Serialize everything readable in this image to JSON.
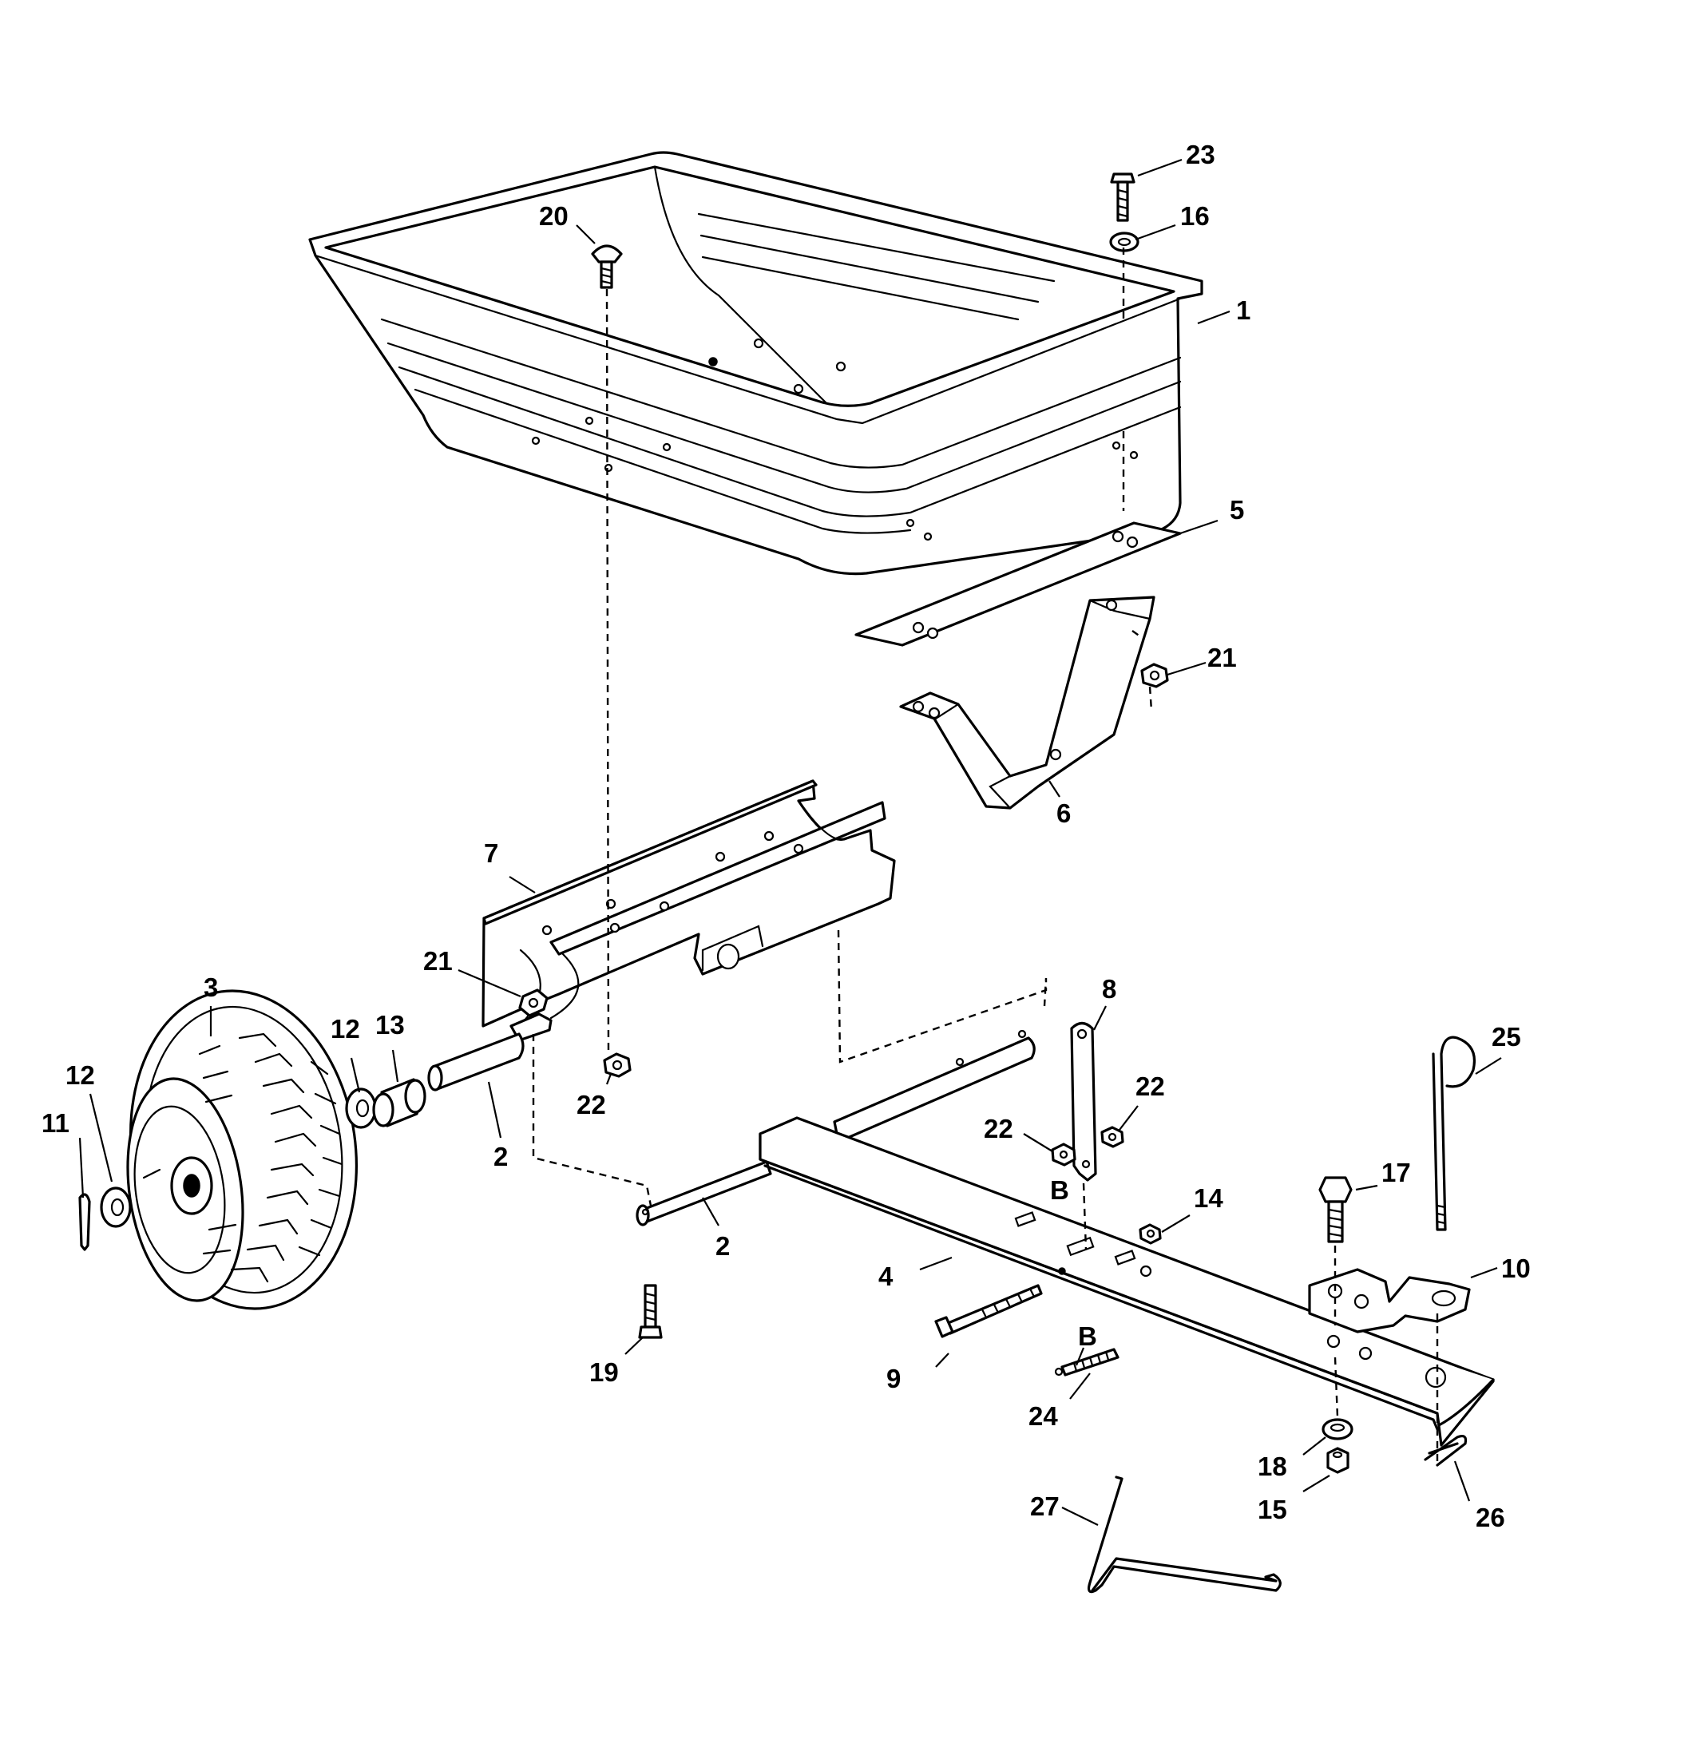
{
  "callouts": [
    {
      "label": "1"
    },
    {
      "label": "2"
    },
    {
      "label": "2"
    },
    {
      "label": "3"
    },
    {
      "label": "4"
    },
    {
      "label": "5"
    },
    {
      "label": "6"
    },
    {
      "label": "7"
    },
    {
      "label": "8"
    },
    {
      "label": "9"
    },
    {
      "label": "10"
    },
    {
      "label": "11"
    },
    {
      "label": "12"
    },
    {
      "label": "12"
    },
    {
      "label": "13"
    },
    {
      "label": "14"
    },
    {
      "label": "15"
    },
    {
      "label": "16"
    },
    {
      "label": "17"
    },
    {
      "label": "18"
    },
    {
      "label": "19"
    },
    {
      "label": "20"
    },
    {
      "label": "21"
    },
    {
      "label": "21"
    },
    {
      "label": "22"
    },
    {
      "label": "22"
    },
    {
      "label": "22"
    },
    {
      "label": "23"
    },
    {
      "label": "24"
    },
    {
      "label": "25"
    },
    {
      "label": "26"
    },
    {
      "label": "27"
    },
    {
      "label": "B"
    },
    {
      "label": "B"
    }
  ]
}
